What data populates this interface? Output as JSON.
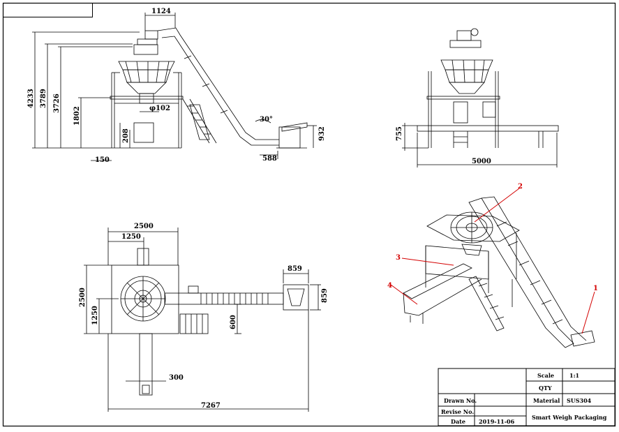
{
  "drawing": {
    "front_view": {
      "dims": {
        "top_width": "1124",
        "h_total": "4233",
        "h_2": "3789",
        "h_3": "3726",
        "h_platform": "1802",
        "h_small": "208",
        "diameter": "φ102",
        "bottom_left": "150",
        "conveyor_end": "588",
        "hopper_h": "932",
        "angle": "30°"
      }
    },
    "side_view": {
      "dims": {
        "height": "755",
        "width": "5000"
      }
    },
    "top_view": {
      "dims": {
        "w_2500": "2500",
        "w_1250": "1250",
        "h_2500": "2500",
        "h_1250": "1250",
        "hopper_w": "859",
        "hopper_h": "859",
        "stair_w": "600",
        "foot_300": "300",
        "total_length": "7267"
      }
    },
    "iso_view": {
      "callouts": [
        "1",
        "2",
        "3",
        "4"
      ]
    }
  },
  "title_block": {
    "scale_label": "Scale",
    "scale_value": "1:1",
    "qty_label": "QTY",
    "qty_value": "",
    "material_label": "Material",
    "material_value": "SUS304",
    "drawn_label": "Drawn No.",
    "revise_label": "Revise No.",
    "date_label": "Date",
    "date_value": "2019-11-06",
    "product_name": "Smart Weigh Packaging"
  },
  "colors": {
    "line": "#000000",
    "callout": "#d40000",
    "paper": "#ffffff"
  }
}
